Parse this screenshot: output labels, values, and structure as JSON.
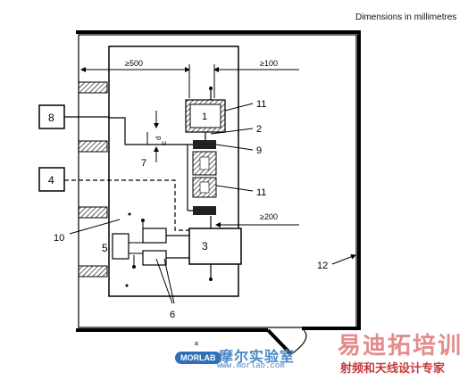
{
  "header": {
    "units_note": "Dimensions in millimetres"
  },
  "dimensions": {
    "min_distance_left": "≥500",
    "min_distance_right": "≥100",
    "min_distance_lower": "≥200",
    "spacing_d": "d",
    "spacing_c": "c"
  },
  "labels": {
    "l1": "1",
    "l2": "2",
    "l3": "3",
    "l4": "4",
    "l5": "5",
    "l6": "6",
    "l7": "7",
    "l8": "8",
    "l9": "9",
    "l10": "10",
    "l11a": "11",
    "l11b": "11",
    "l12": "12",
    "la": "a"
  },
  "watermark": {
    "logo": "MORLAB",
    "cn_left": "摩尔实验室",
    "url": "www.morlab.com",
    "cn_right": "易迪拓培训",
    "cn_sub": "射频和天线设计专家"
  }
}
